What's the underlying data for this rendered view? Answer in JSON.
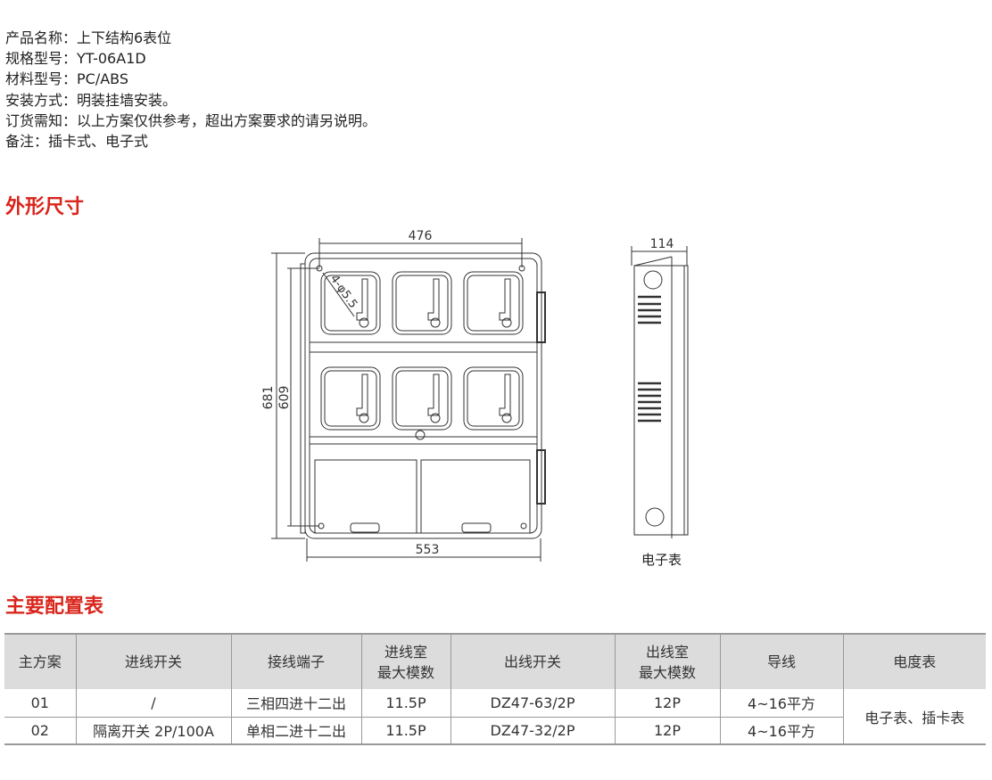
{
  "info": [
    "产品名称：上下结构6表位",
    "规格型号：YT-06A1D",
    "材料型号：PC/ABS",
    "安装方式：明装挂墙安装。",
    "订货需知：以上方案仅供参考，超出方案要求的请另说明。",
    "备注：插卡式、电子式"
  ],
  "section_dimensions": "外形尺寸",
  "section_config": "主要配置表",
  "drawing": {
    "dim_top": "476",
    "dim_bottom": "553",
    "dim_left_outer": "681",
    "dim_left_inner": "609",
    "hole": "4-φ5.5",
    "dim_side": "114",
    "caption": "电子表"
  },
  "table": {
    "headers": [
      "主方案",
      "进线开关",
      "接线端子",
      "进线室\n最大模数",
      "出线开关",
      "出线室\n最大模数",
      "导线",
      "电度表"
    ],
    "rows": [
      [
        "01",
        "/",
        "三相四进十二出",
        "11.5P",
        "DZ47-63/2P",
        "12P",
        "4~16平方"
      ],
      [
        "02",
        "隔离开关 2P/100A",
        "单相二进十二出",
        "11.5P",
        "DZ47-32/2P",
        "12P",
        "4~16平方"
      ]
    ],
    "meter_merged": "电子表、插卡表"
  },
  "colors": {
    "accent": "#d9251c",
    "header_bg": "#dcdcdc"
  }
}
